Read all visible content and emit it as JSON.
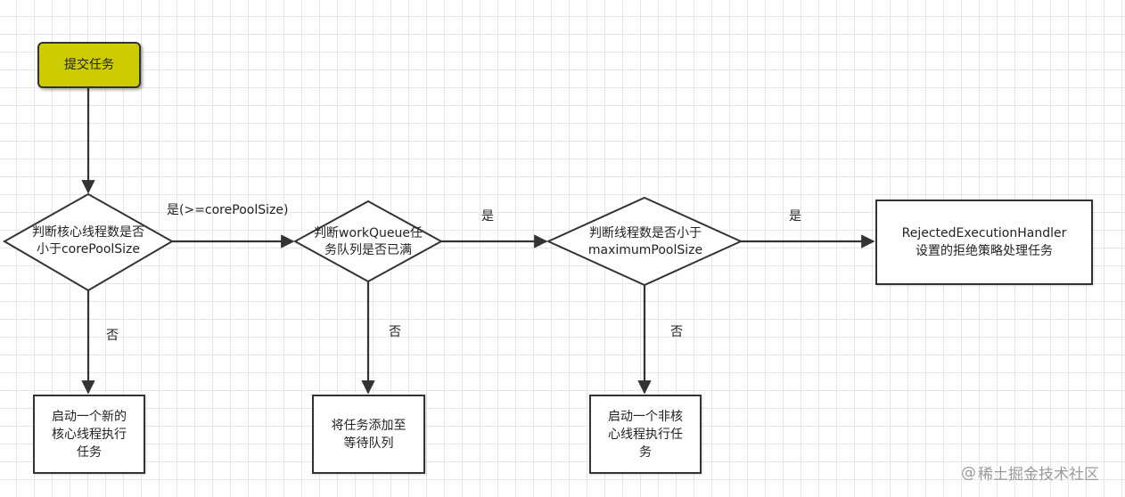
{
  "nodes": {
    "start": "提交任务",
    "d1": [
      "判断核心线程数是否",
      "小于corePoolSize"
    ],
    "d2": [
      "判断workQueue任",
      "务队列是否已满"
    ],
    "d3": [
      "判断线程数是否小于",
      "maximumPoolSize"
    ],
    "reject": [
      "RejectedExecutionHandler",
      "设置的拒绝策略处理任务"
    ],
    "b1": [
      "启动一个新的",
      "核心线程执行",
      "任务"
    ],
    "b2": [
      "将任务添加至",
      "等待队列"
    ],
    "b3": [
      "启动一个非核",
      "心线程执行任",
      "务"
    ]
  },
  "edges": {
    "d1_d2": "是(>=corePoolSize)",
    "d2_d3": "是",
    "d3_reject": "是",
    "d1_b1": "否",
    "d2_b2": "否",
    "d3_b3": "否"
  },
  "watermark": "稀土掘金技术社区",
  "colors": {
    "start_fill": "#cccc00",
    "stroke": "#333333",
    "grid": "#e6e6e6"
  }
}
